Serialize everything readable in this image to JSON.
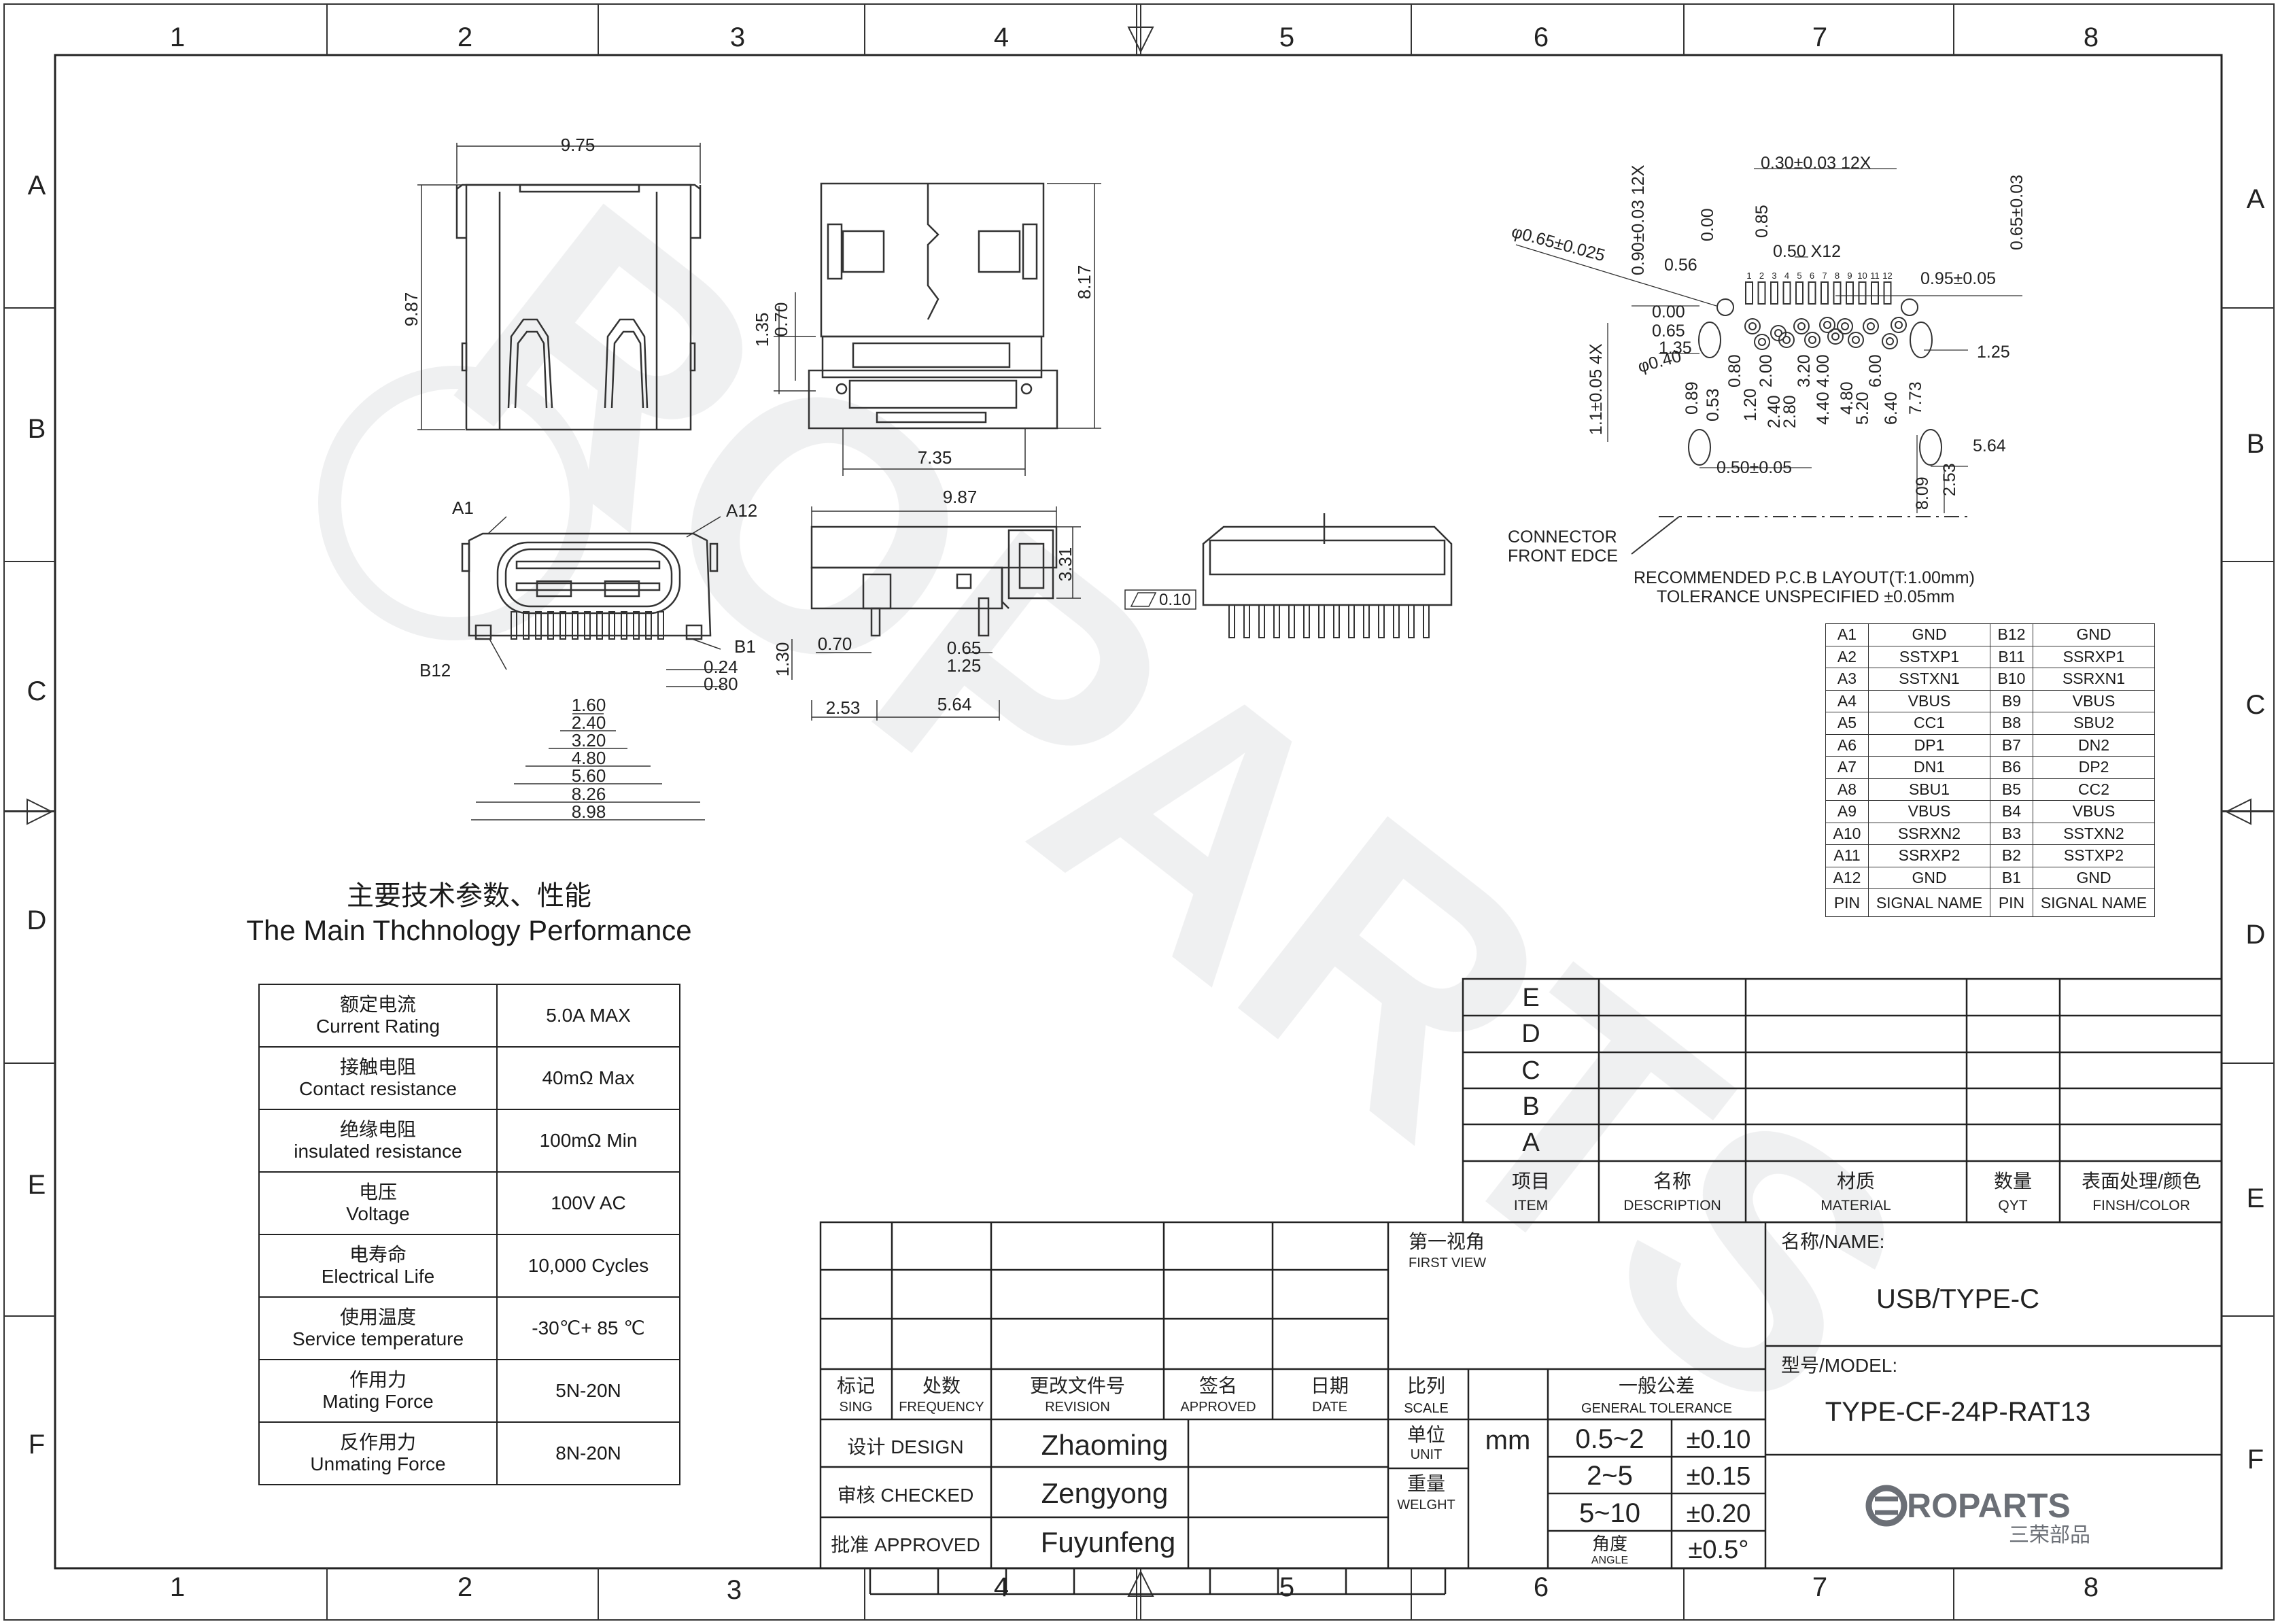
{
  "border": {
    "columns": [
      "1",
      "2",
      "3",
      "4",
      "5",
      "6",
      "7",
      "8"
    ],
    "rows": [
      "A",
      "B",
      "C",
      "D",
      "E",
      "F"
    ]
  },
  "dims": {
    "top_width": "9.75",
    "top_height": "9.87",
    "front_height": "8.17",
    "front_135": "1.35",
    "front_070": "0.70",
    "front_735": "7.35",
    "side_987": "9.87",
    "side_331": "3.31",
    "side_130": "1.30",
    "side_070": "0.70",
    "side_065": "0.65",
    "side_125": "1.25",
    "side_253": "2.53",
    "side_564": "5.64",
    "flat": "0.10",
    "a1": "A1",
    "a12": "A12",
    "b12": "B12",
    "b1": "B1",
    "d024": "0.24",
    "d080": "0.80",
    "pitch": [
      "1.60",
      "2.40",
      "3.20",
      "4.80",
      "5.60",
      "8.26",
      "8.98"
    ]
  },
  "layout": {
    "pin_width": "0.30±0.03  12X",
    "hole_dia": "φ0.65±0.025",
    "d090": "0.90±0.03 12X",
    "d000a": "0.00",
    "d085": "0.85",
    "d050x12": "0.50 X12",
    "d065": "0.65±0.03",
    "d056": "0.56",
    "d095": "0.95±0.05",
    "d000b": "0.00",
    "d065b": "0.65",
    "d135": "1.35",
    "phi040": "φ0.40",
    "d125": "1.25",
    "d11": "1.1±0.05 4X",
    "vert": [
      "0.89",
      "0.53",
      "0.80",
      "1.20",
      "2.00",
      "2.40",
      "2.80",
      "3.20",
      "4.00",
      "4.40",
      "4.80",
      "5.20",
      "6.00",
      "6.40",
      "7.73"
    ],
    "d050b": "0.50±0.05",
    "d564": "5.64",
    "d809": "8.09",
    "d253": "2.53",
    "connector": "CONNECTOR",
    "front_edge": "FRONT EDCE",
    "recommended": "RECOMMENDED P.C.B LAYOUT(T:1.00mm)",
    "tolerance": "TOLERANCE UNSPECIFIED ±0.05mm",
    "pad_numbers": [
      "1",
      "2",
      "3",
      "4",
      "5",
      "6",
      "7",
      "8",
      "9",
      "10",
      "11",
      "12"
    ]
  },
  "pins": {
    "header": [
      "PIN",
      "SIGNAL NAME",
      "PIN",
      "SIGNAL NAME"
    ],
    "rows": [
      [
        "A1",
        "GND",
        "B12",
        "GND"
      ],
      [
        "A2",
        "SSTXP1",
        "B11",
        "SSRXP1"
      ],
      [
        "A3",
        "SSTXN1",
        "B10",
        "SSRXN1"
      ],
      [
        "A4",
        "VBUS",
        "B9",
        "VBUS"
      ],
      [
        "A5",
        "CC1",
        "B8",
        "SBU2"
      ],
      [
        "A6",
        "DP1",
        "B7",
        "DN2"
      ],
      [
        "A7",
        "DN1",
        "B6",
        "DP2"
      ],
      [
        "A8",
        "SBU1",
        "B5",
        "CC2"
      ],
      [
        "A9",
        "VBUS",
        "B4",
        "VBUS"
      ],
      [
        "A10",
        "SSRXN2",
        "B3",
        "SSTXN2"
      ],
      [
        "A11",
        "SSRXP2",
        "B2",
        "SSTXP2"
      ],
      [
        "A12",
        "GND",
        "B1",
        "GND"
      ]
    ]
  },
  "performance": {
    "title_zh": "主要技术参数、性能",
    "title_en": "The Main Thchnology Performance",
    "rows": [
      {
        "zh": "额定电流",
        "en": "Current Rating",
        "value": "5.0A MAX"
      },
      {
        "zh": "接触电阻",
        "en": "Contact resistance",
        "value": "40mΩ Max"
      },
      {
        "zh": "绝缘电阻",
        "en": "insulated resistance",
        "value": "100mΩ Min"
      },
      {
        "zh": "电压",
        "en": "Voltage",
        "value": "100V AC"
      },
      {
        "zh": "电寿命",
        "en": "Electrical Life",
        "value": "10,000 Cycles"
      },
      {
        "zh": "使用温度",
        "en": "Service temperature",
        "value": "-30℃+ 85 ℃"
      },
      {
        "zh": "作用力",
        "en": "Mating Force",
        "value": "5N-20N"
      },
      {
        "zh": "反作用力",
        "en": "Unmating Force",
        "value": "8N-20N"
      }
    ]
  },
  "bom": {
    "rows": [
      "E",
      "D",
      "C",
      "B",
      "A"
    ],
    "headers": [
      {
        "zh": "项目",
        "en": "ITEM"
      },
      {
        "zh": "名称",
        "en": "DESCRIPTION"
      },
      {
        "zh": "材质",
        "en": "MATERIAL"
      },
      {
        "zh": "数量",
        "en": "QYT"
      },
      {
        "zh": "表面处理/颜色",
        "en": "FINSH/COLOR"
      }
    ]
  },
  "revision": {
    "headers": [
      {
        "zh": "标记",
        "en": "SING"
      },
      {
        "zh": "处数",
        "en": "FREQUENCY"
      },
      {
        "zh": "更改文件号",
        "en": "REVISION"
      },
      {
        "zh": "签名",
        "en": "APPROVED"
      },
      {
        "zh": "日期",
        "en": "DATE"
      }
    ],
    "design_label": "设计 DESIGN",
    "design": "Zhaoming",
    "checked_label": "审核 CHECKED",
    "checked": "Zengyong",
    "approved_label": "批准 APPROVED",
    "approved": "Fuyunfeng"
  },
  "title_block": {
    "first_view_zh": "第一视角",
    "first_view_en": "FIRST VIEW",
    "scale_zh": "比列",
    "scale_en": "SCALE",
    "gen_tol_zh": "一般公差",
    "gen_tol_en": "GENERAL TOLERANCE",
    "unit_zh": "单位",
    "unit_en": "UNIT",
    "unit": "mm",
    "weight_zh": "重量",
    "weight_en": "WELGHT",
    "tol": [
      {
        "range": "0.5~2",
        "tol": "±0.10"
      },
      {
        "range": "2~5",
        "tol": "±0.15"
      },
      {
        "range": "5~10",
        "tol": "±0.20"
      }
    ],
    "angle_zh": "角度",
    "angle_en": "ANGLE",
    "angle_tol": "±0.5°",
    "name_label": "名称/NAME:",
    "name": "USB/TYPE-C",
    "model_label": "型号/MODEL:",
    "model": "TYPE-CF-24P-RAT13",
    "logo_text": "ROPARTS",
    "logo_sub": "三荣部品"
  },
  "watermark": "ROPARTS"
}
